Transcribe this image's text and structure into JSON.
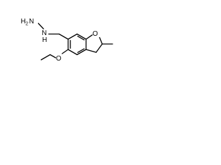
{
  "colors": {
    "background": "#ffffff",
    "bond": "#000000",
    "heteroatom_oxygen": "#d40000",
    "heteroatom_nitrogen": "#2a2ad0"
  },
  "atoms": {
    "amine_label": "H",
    "amine_subscript": "2",
    "amine_n": "N",
    "hydrazine_n": "N",
    "hydrazine_h": "H",
    "ring_oxygen": "O",
    "ether_oxygen": "O"
  }
}
